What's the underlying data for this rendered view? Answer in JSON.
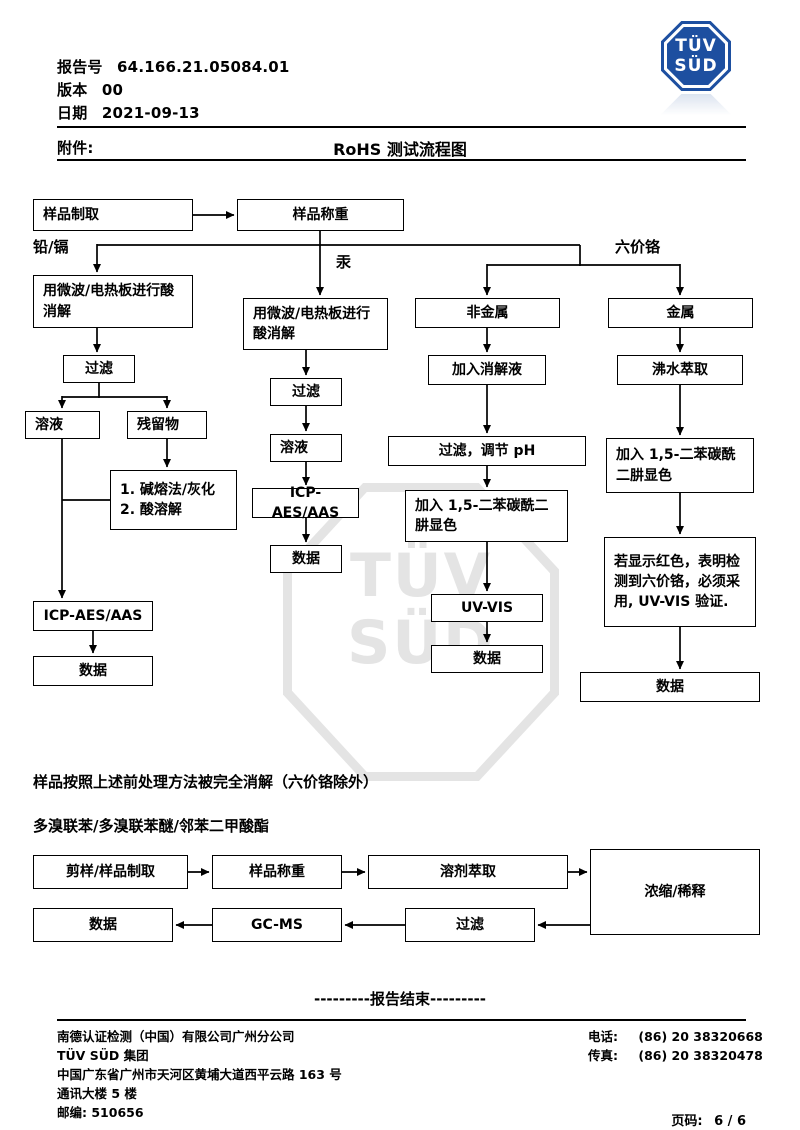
{
  "colors": {
    "logo_blue": "#1d4fa0",
    "watermark_gray": "#e4e4e4"
  },
  "header": {
    "report_label": "报告号",
    "report_no": "64.166.21.05084.01",
    "version_label": "版本",
    "version": "00",
    "date_label": "日期",
    "date": "2021-09-13",
    "attachment_label": "附件:",
    "title": "RoHS 测试流程图"
  },
  "logo": {
    "line1": "TÜV",
    "line2": "SÜD"
  },
  "watermark": {
    "line1": "TÜV",
    "line2": "SÜD"
  },
  "flow1": {
    "sample_prep": "样品制取",
    "sample_weigh": "样品称重",
    "label_pb_cd": "铅/镉",
    "label_hg": "汞",
    "label_cr6": "六价铬",
    "a_digest": "用微波/电热板进行酸消解",
    "a_filter": "过滤",
    "a_solution": "溶液",
    "a_residue": "残留物",
    "a_fusion": "1. 碱熔法/灰化\n2. 酸溶解",
    "a_icp": "ICP-AES/AAS",
    "a_data": "数据",
    "b_digest": "用微波/电热板进行酸消解",
    "b_filter": "过滤",
    "b_solution": "溶液",
    "b_icp": "ICP-AES/AAS",
    "b_data": "数据",
    "c_nonmetal": "非金属",
    "c_add_digest": "加入消解液",
    "c_filter_ph": "过滤，调节 pH",
    "c_color": "加入 1,5-二苯碳酰二肼显色",
    "c_uvvis": "UV-VIS",
    "c_data": "数据",
    "d_metal": "金属",
    "d_boil": "沸水萃取",
    "d_color": "加入 1,5-二苯碳酰二肼显色",
    "d_note": "若显示红色，表明检测到六价铬，必须采用, UV-VIS 验证.",
    "d_data": "数据"
  },
  "note": "样品按照上述前处理方法被完全消解（六价铬除外）",
  "flow2": {
    "title": "多溴联苯/多溴联苯醚/邻苯二甲酸酯",
    "cut_prep": "剪样/样品制取",
    "weigh": "样品称重",
    "solvent_extract": "溶剂萃取",
    "concentrate": "浓缩/稀释",
    "filter": "过滤",
    "gcms": "GC-MS",
    "data": "数据"
  },
  "end_of_report": "---------报告结束---------",
  "footer": {
    "company_line1": "南德认证检测（中国）有限公司广州分公司",
    "company_line2": "TÜV SÜD 集团",
    "address_line1": "中国广东省广州市天河区黄埔大道西平云路 163 号",
    "address_line2": "通讯大楼 5 楼",
    "postcode": "邮编: 510656",
    "phone_label": "电话:",
    "phone": "(86) 20 38320668",
    "fax_label": "传真:",
    "fax": "(86) 20 38320478",
    "page_label": "页码:",
    "page": "6 / 6"
  }
}
